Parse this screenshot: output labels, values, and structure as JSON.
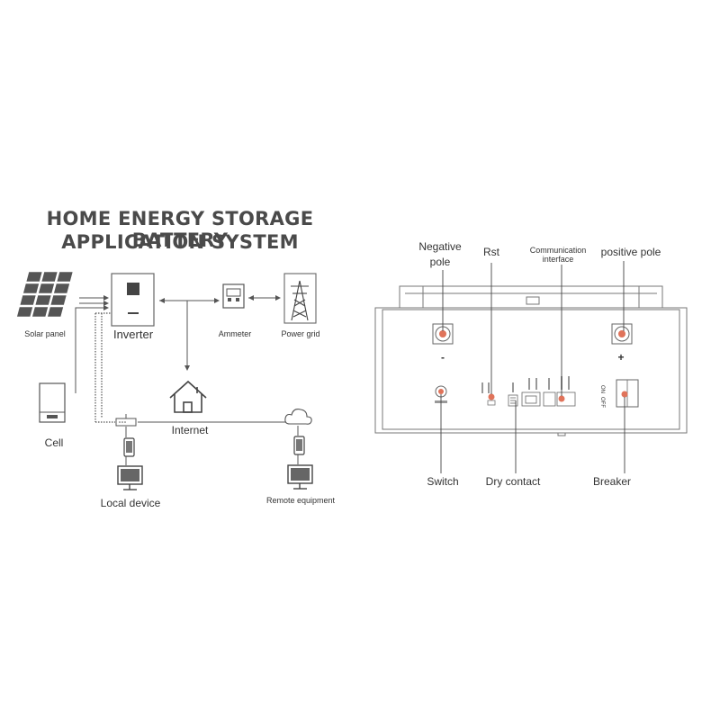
{
  "title": {
    "line1": "HOME ENERGY STORAGE BATTERY",
    "line2": "APPLICATION SYSTEM"
  },
  "system": {
    "solar_panel": "Solar panel",
    "inverter": "Inverter",
    "ammeter": "Ammeter",
    "power_grid": "Power grid",
    "cell": "Cell",
    "internet": "Internet",
    "local_device": "Local device",
    "remote_equipment": "Remote equipment"
  },
  "battery": {
    "negative_pole": "Negative pole",
    "negative_pole_line1": "Negative",
    "negative_pole_line2": "pole",
    "rst": "Rst",
    "communication_interface_line1": "Communication",
    "communication_interface_line2": "interface",
    "positive_pole": "positive pole",
    "minus_sign": "-",
    "plus_sign": "+",
    "switch": "Switch",
    "dry_contact": "Dry contact",
    "breaker": "Breaker",
    "on": "ON",
    "off": "OFF"
  },
  "colors": {
    "accent": "#e0735a",
    "line": "#555555"
  }
}
